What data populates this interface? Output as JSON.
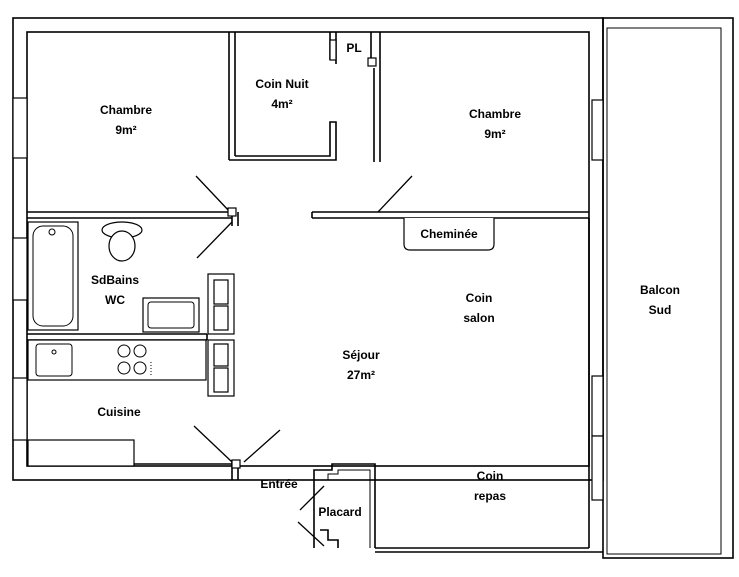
{
  "rooms": {
    "chambre_left": {
      "name": "Chambre",
      "area": "9m²"
    },
    "coin_nuit": {
      "name": "Coin Nuit",
      "area": "4m²"
    },
    "placard_pl": {
      "name": "PL"
    },
    "chambre_right": {
      "name": "Chambre",
      "area": "9m²"
    },
    "balcon": {
      "line1": "Balcon",
      "line2": "Sud"
    },
    "cheminee": {
      "name": "Cheminée"
    },
    "sdbains": {
      "line1": "SdBains",
      "line2": "WC"
    },
    "coin_salon": {
      "line1": "Coin",
      "line2": "salon"
    },
    "sejour": {
      "name": "Séjour",
      "area": "27m²"
    },
    "cuisine": {
      "name": "Cuisine"
    },
    "coin_repas": {
      "line1": "Coin",
      "line2": "repas"
    },
    "entree": {
      "name": "Entrée"
    },
    "placard": {
      "name": "Placard"
    }
  },
  "colors": {
    "line": "#000000",
    "background": "#ffffff"
  }
}
